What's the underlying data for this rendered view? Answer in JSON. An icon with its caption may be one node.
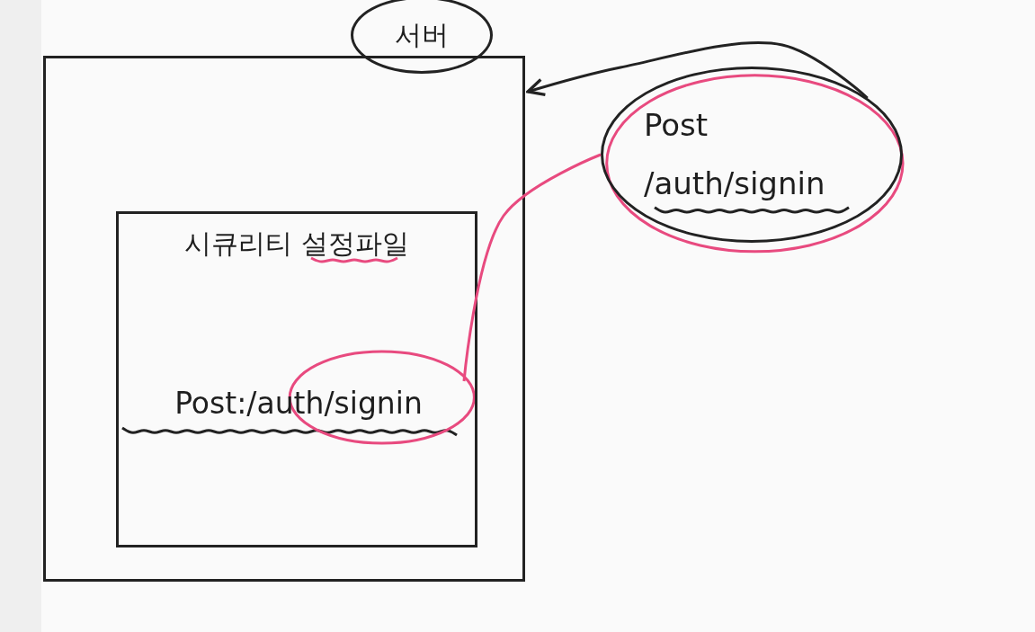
{
  "diagram": {
    "nodes": [
      {
        "text": [
          "서버"
        ]
      },
      {
        "text": [],
        "shape": "box"
      },
      {
        "text": [
          "시큐리티 설정파일"
        ],
        "in": 1
      },
      {
        "text": [
          "Post:/auth/signin"
        ],
        "in": 2
      },
      {
        "text": [
          "Post /auth/signin"
        ]
      }
    ],
    "edges": [
      {
        "from": 4,
        "to": 1,
        "arrow": "to"
      },
      {
        "from": 3,
        "to": 4,
        "arrow": "none",
        "color": "#e84a7f"
      }
    ]
  }
}
